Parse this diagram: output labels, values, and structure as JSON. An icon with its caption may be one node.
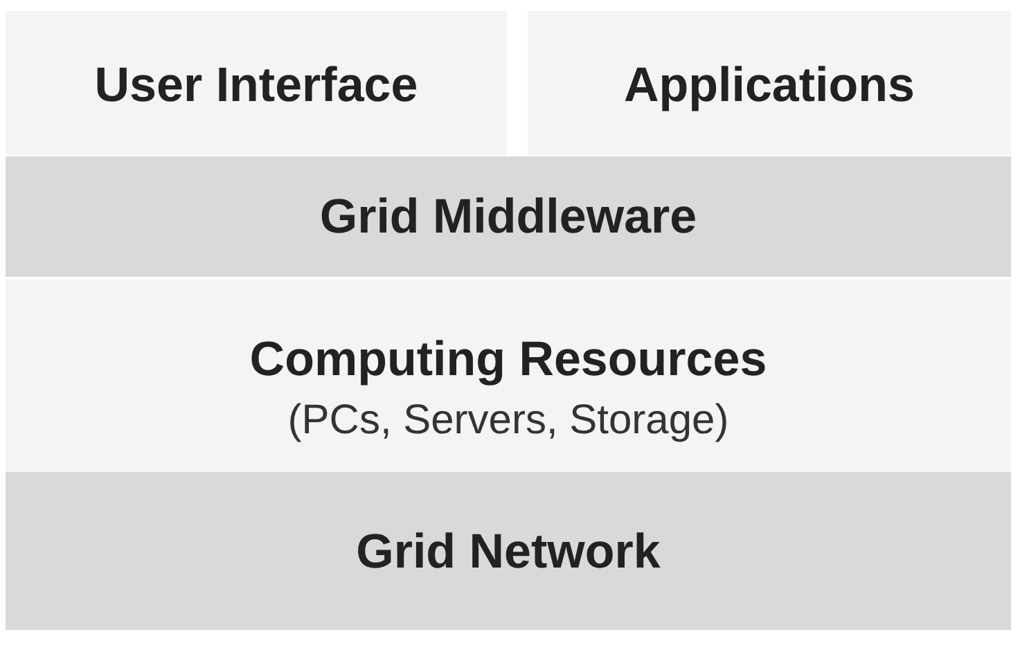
{
  "diagram": {
    "nodes": [
      {
        "text": [
          "User Interface"
        ]
      },
      {
        "text": [
          "Applications"
        ]
      },
      {
        "text": [
          "Grid Middleware"
        ]
      },
      {
        "text": [
          "Computing Resources",
          "(PCs, Servers, Storage)"
        ]
      },
      {
        "text": [
          "Grid Network"
        ]
      }
    ]
  }
}
